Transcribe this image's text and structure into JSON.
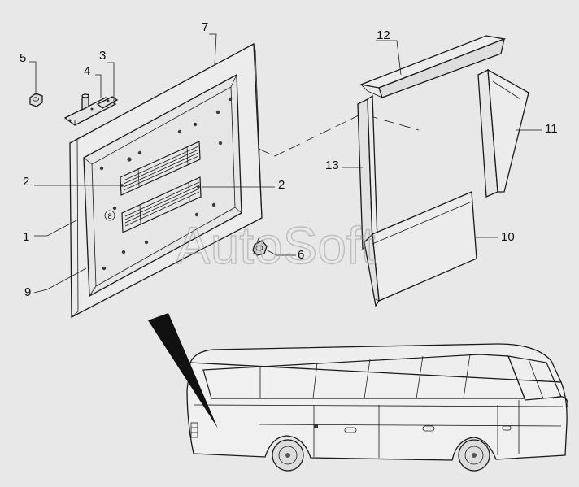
{
  "watermark": "AutoSoft",
  "callouts": {
    "c1": "1",
    "c2a": "2",
    "c2b": "2",
    "c3": "3",
    "c4": "4",
    "c5": "5",
    "c6": "6",
    "c7": "7",
    "c8": "8",
    "c9": "9",
    "c10": "10",
    "c11": "11",
    "c12": "12",
    "c13": "13"
  },
  "colors": {
    "background": "#e8e8e8",
    "part_fill": "#ededed",
    "line": "#1a1a1a",
    "watermark": "#9a9a9a"
  }
}
